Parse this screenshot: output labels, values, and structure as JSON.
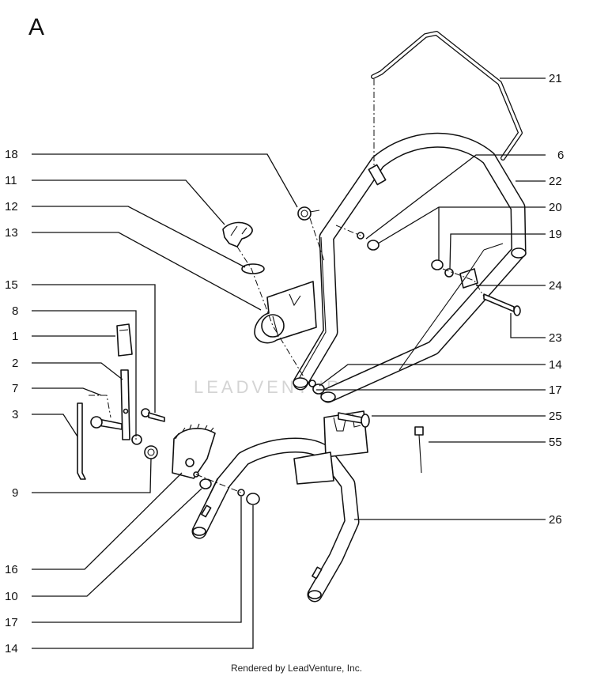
{
  "sheet_label": "A",
  "watermark": "LEADVENTURE",
  "credit": "Rendered by LeadVenture, Inc.",
  "callouts_left": {
    "c18": "18",
    "c11": "11",
    "c12": "12",
    "c13": "13",
    "c15": "15",
    "c8": "8",
    "c1": "1",
    "c2": "2",
    "c7": "7",
    "c3": "3",
    "c9": "9",
    "c16": "16",
    "c10": "10",
    "c17": "17",
    "c14": "14"
  },
  "callouts_right": {
    "c21": "21",
    "c6": "6",
    "c22": "22",
    "c20": "20",
    "c19": "19",
    "c24": "24",
    "c23": "23",
    "c14": "14",
    "c17": "17",
    "c25": "25",
    "c55": "55",
    "c26": "26"
  }
}
